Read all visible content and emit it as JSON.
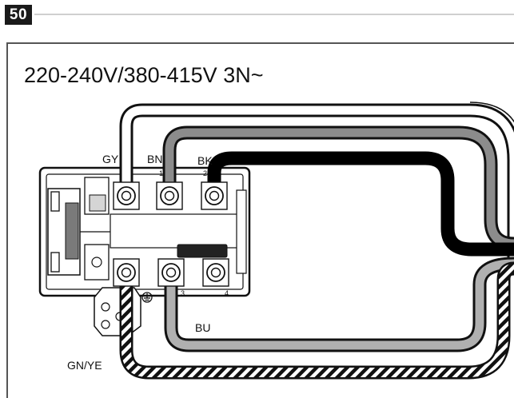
{
  "figure": {
    "number": "50",
    "voltage": "220-240V/380-415V 3N~"
  },
  "wires": [
    {
      "id": "gy",
      "label": "GY",
      "color": "#ffffff"
    },
    {
      "id": "bn",
      "label": "BN",
      "color": "#8c8c8c"
    },
    {
      "id": "bk",
      "label": "BK",
      "color": "#000000"
    },
    {
      "id": "bu",
      "label": "BU",
      "color": "#b0b0b0"
    },
    {
      "id": "gnye",
      "label": "GN/YE",
      "color": "#000000"
    }
  ],
  "terminals": {
    "top_marks": [
      "1",
      "2",
      "3"
    ],
    "bottom_mark": "4"
  }
}
